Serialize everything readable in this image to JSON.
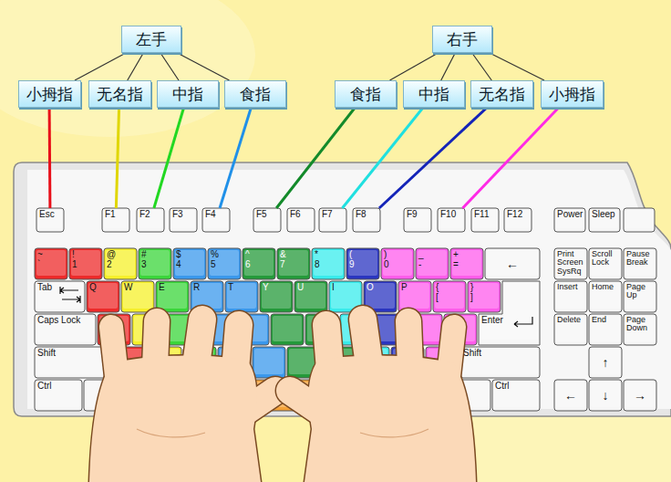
{
  "diagram": {
    "nodes": [
      {
        "text": [
          "左手"
        ]
      },
      {
        "text": [
          "右手"
        ]
      },
      {
        "text": [
          "小拇指"
        ]
      },
      {
        "text": [
          "无名指"
        ]
      },
      {
        "text": [
          "中指"
        ]
      },
      {
        "text": [
          "食指"
        ]
      },
      {
        "text": [
          "食指"
        ]
      },
      {
        "text": [
          "中指"
        ]
      },
      {
        "text": [
          "无名指"
        ]
      },
      {
        "text": [
          "小拇指"
        ]
      },
      {
        "text": [
          "Esc"
        ]
      },
      {
        "text": [
          "F1"
        ]
      },
      {
        "text": [
          "F2"
        ]
      },
      {
        "text": [
          "F3"
        ]
      },
      {
        "text": [
          "F4"
        ]
      },
      {
        "text": [
          "F5"
        ]
      },
      {
        "text": [
          "F6"
        ]
      },
      {
        "text": [
          "F7"
        ]
      },
      {
        "text": [
          "F8"
        ]
      },
      {
        "text": [
          "F9"
        ]
      },
      {
        "text": [
          "F10"
        ]
      },
      {
        "text": [
          "F11"
        ]
      },
      {
        "text": [
          "F12"
        ]
      },
      {
        "text": [
          "Power"
        ]
      },
      {
        "text": [
          "Sleep"
        ]
      },
      {
        "text": [
          "~",
          "`"
        ]
      },
      {
        "text": [
          "!",
          "1"
        ]
      },
      {
        "text": [
          "@",
          "2"
        ]
      },
      {
        "text": [
          "#",
          "3"
        ]
      },
      {
        "text": [
          "$",
          "4"
        ]
      },
      {
        "text": [
          "%",
          "5"
        ]
      },
      {
        "text": [
          "^",
          "6"
        ]
      },
      {
        "text": [
          "&",
          "7"
        ]
      },
      {
        "text": [
          "*",
          "8"
        ]
      },
      {
        "text": [
          "(",
          "9"
        ]
      },
      {
        "text": [
          ")",
          "0"
        ]
      },
      {
        "text": [
          "_",
          "-"
        ]
      },
      {
        "text": [
          "+",
          "="
        ]
      },
      {
        "text": [
          "←"
        ]
      },
      {
        "text": [
          "Print Screen SysRq"
        ]
      },
      {
        "text": [
          "Scroll Lock"
        ]
      },
      {
        "text": [
          "Pause Break"
        ]
      },
      {
        "text": [
          "Tab"
        ]
      },
      {
        "text": [
          "Q"
        ]
      },
      {
        "text": [
          "W"
        ]
      },
      {
        "text": [
          "E"
        ]
      },
      {
        "text": [
          "R"
        ]
      },
      {
        "text": [
          "T"
        ]
      },
      {
        "text": [
          "Y"
        ]
      },
      {
        "text": [
          "U"
        ]
      },
      {
        "text": [
          "I"
        ]
      },
      {
        "text": [
          "O"
        ]
      },
      {
        "text": [
          "P"
        ]
      },
      {
        "text": [
          "{",
          "["
        ]
      },
      {
        "text": [
          "}",
          "]"
        ]
      },
      {
        "text": [
          "Insert"
        ]
      },
      {
        "text": [
          "Home"
        ]
      },
      {
        "text": [
          "Page Up"
        ]
      },
      {
        "text": [
          "Caps Lock"
        ]
      },
      {
        "text": [
          "Enter"
        ]
      },
      {
        "text": [
          "Delete"
        ]
      },
      {
        "text": [
          "End"
        ]
      },
      {
        "text": [
          "Page Down"
        ]
      },
      {
        "text": [
          "Shift"
        ]
      },
      {
        "text": [
          "Shift"
        ]
      },
      {
        "text": [
          "↑"
        ]
      },
      {
        "text": [
          "Ctrl"
        ]
      },
      {
        "text": [
          "Ctrl"
        ]
      },
      {
        "text": [
          "←"
        ]
      },
      {
        "text": [
          "↓"
        ]
      },
      {
        "text": [
          "→"
        ]
      }
    ],
    "edges": [
      {
        "from": 0,
        "to": 2,
        "arrow": "none"
      },
      {
        "from": 0,
        "to": 3,
        "arrow": "none"
      },
      {
        "from": 0,
        "to": 4,
        "arrow": "none"
      },
      {
        "from": 0,
        "to": 5,
        "arrow": "none"
      },
      {
        "from": 1,
        "to": 6,
        "arrow": "none"
      },
      {
        "from": 1,
        "to": 7,
        "arrow": "none"
      },
      {
        "from": 1,
        "to": 8,
        "arrow": "none"
      },
      {
        "from": 1,
        "to": 9,
        "arrow": "none"
      },
      {
        "from": 2,
        "to": 10,
        "arrow": "none"
      },
      {
        "from": 3,
        "to": 11,
        "arrow": "none"
      },
      {
        "from": 4,
        "to": 12,
        "arrow": "none"
      },
      {
        "from": 5,
        "to": 14,
        "arrow": "none"
      },
      {
        "from": 6,
        "to": 15,
        "arrow": "none"
      },
      {
        "from": 7,
        "to": 17,
        "arrow": "none"
      },
      {
        "from": 8,
        "to": 18,
        "arrow": "none"
      },
      {
        "from": 9,
        "to": 20,
        "arrow": "none"
      }
    ]
  }
}
